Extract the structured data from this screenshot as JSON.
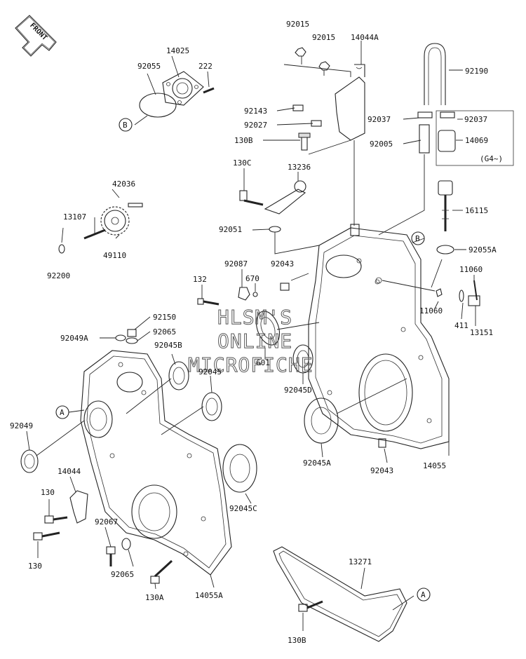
{
  "watermark": [
    "HLSM'S",
    "ONLINE",
    "MICROFICHE"
  ],
  "front_arrow": "FRONT",
  "callouts": {
    "a": "A",
    "b": "B"
  },
  "labels": {
    "l92015a": "92015",
    "l92015b": "92015",
    "l14044A": "14044A",
    "l14025": "14025",
    "l92055": "92055",
    "l222": "222",
    "l92190": "92190",
    "l92143": "92143",
    "l92027": "92027",
    "l130B_top": "130B",
    "l92037a": "92037",
    "l92037b": "92037",
    "l92005": "92005",
    "l14069": "14069",
    "lG4": "(G4~)",
    "l42036": "42036",
    "l13107": "13107",
    "l49110": "49110",
    "l92200": "92200",
    "l130C": "130C",
    "l13236": "13236",
    "l16115": "16115",
    "l92051": "92051",
    "l92055A": "92055A",
    "l92087": "92087",
    "l92043a": "92043",
    "l11060a": "11060",
    "l132": "132",
    "l670": "670",
    "l11060b": "11060",
    "l411": "411",
    "l13151": "13151",
    "l92150": "92150",
    "l92065a": "92065",
    "l92049A": "92049A",
    "l92045B": "92045B",
    "l601": "601",
    "l92045": "92045",
    "l92045D": "92045D",
    "l92049": "92049",
    "l92045A": "92045A",
    "l92043b": "92043",
    "l14055": "14055",
    "l14044": "14044",
    "l130a": "130",
    "l92045C": "92045C",
    "l92067": "92067",
    "l130b": "130",
    "l92065b": "92065",
    "l130A": "130A",
    "l14055A": "14055A",
    "l13271": "13271",
    "l130B_bot": "130B"
  }
}
